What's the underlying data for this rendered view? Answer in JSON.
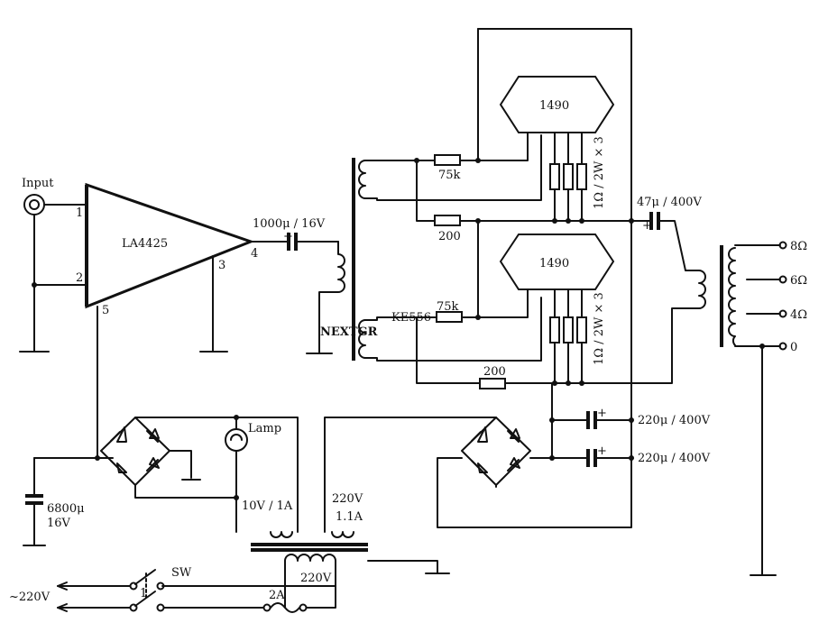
{
  "labels": {
    "input": "Input",
    "ic_amp": "LA4425",
    "pin1": "1",
    "pin2": "2",
    "pin3": "3",
    "pin4": "4",
    "pin5": "5",
    "cap_out": "1000μ / 16V",
    "ic_top": "1490",
    "ic_bottom": "1490",
    "r75k_top": "75k",
    "r200_top": "200",
    "r75k_bottom": "75k",
    "r200_bottom": "200",
    "kess": "KE556",
    "rpar_top": "1Ω / 2W × 3",
    "rpar_bottom": "1Ω / 2W × 3",
    "cap_coupling": "47μ / 400V",
    "tap_8": "8Ω",
    "tap_6": "6Ω",
    "tap_4": "4Ω",
    "tap_0": "0",
    "cap_hv1": "220μ / 400V",
    "cap_hv2": "220μ / 400V",
    "lamp": "Lamp",
    "sec_lv": "10V / 1A",
    "sec_hv_1": "220V",
    "sec_hv_2": "1.1A",
    "cap_filter_1": "6800μ",
    "cap_filter_2": "16V",
    "mains": "~220V",
    "sw": "SW",
    "sw_pos": "1",
    "fuse": "2A",
    "primary": "220V",
    "plus1": "+",
    "plus2": "+",
    "watermark": "NEXTGR"
  }
}
